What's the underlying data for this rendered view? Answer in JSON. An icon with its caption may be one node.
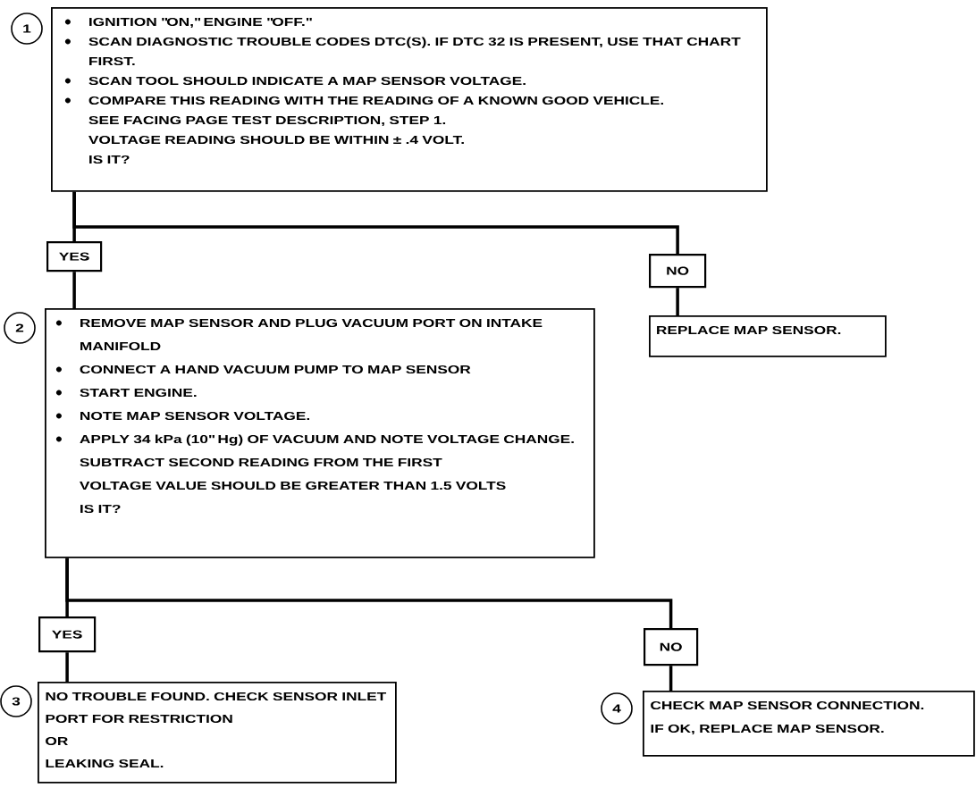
{
  "diagram": {
    "nodes": [
      {
        "text": [
          "IGNITION \"ON,\" ENGINE \"OFF.\"",
          "SCAN DIAGNOSTIC TROUBLE CODES DTC(S). IF DTC 32 IS PRESENT, USE THAT CHART FIRST.",
          "SCAN TOOL SHOULD INDICATE A MAP SENSOR VOLTAGE.",
          "COMPARE THIS READING WITH THE READING OF A KNOWN GOOD VEHICLE.",
          "SEE FACING PAGE TEST DESCRIPTION, STEP 1.",
          "VOLTAGE READING SHOULD BE WITHIN ± .4 VOLT.",
          "IS IT?"
        ],
        "beside": [
          "1"
        ]
      },
      {
        "text": [
          "YES"
        ]
      },
      {
        "text": [
          "NO"
        ]
      },
      {
        "text": [
          "REMOVE MAP SENSOR AND PLUG VACUUM PORT ON INTAKE MANIFOLD",
          "CONNECT A HAND VACUUM PUMP TO MAP SENSOR",
          "START ENGINE.",
          "NOTE MAP SENSOR VOLTAGE.",
          "APPLY 34 kPa (10\" Hg) OF VACUUM AND NOTE VOLTAGE CHANGE. SUBTRACT SECOND READING FROM THE FIRST",
          "VOLTAGE VALUE SHOULD BE GREATER THAN 1.5 VOLTS",
          "IS IT?"
        ],
        "beside": [
          "2"
        ]
      },
      {
        "text": [
          "REPLACE MAP SENSOR."
        ]
      },
      {
        "text": [
          "YES"
        ]
      },
      {
        "text": [
          "NO"
        ]
      },
      {
        "text": [
          "NO TROUBLE FOUND. CHECK SENSOR INLET PORT FOR RESTRICTION",
          "OR",
          "LEAKING SEAL."
        ],
        "beside": [
          "3"
        ]
      },
      {
        "text": [
          "CHECK MAP SENSOR CONNECTION.",
          "IF OK, REPLACE MAP SENSOR."
        ],
        "beside": [
          "4"
        ]
      }
    ],
    "edges": [
      {
        "from": 0,
        "to": 1,
        "arrow": "none"
      },
      {
        "from": 0,
        "to": 2,
        "arrow": "none"
      },
      {
        "from": 1,
        "to": 3,
        "arrow": "none"
      },
      {
        "from": 2,
        "to": 4,
        "arrow": "none"
      },
      {
        "from": 3,
        "to": 5,
        "arrow": "none"
      },
      {
        "from": 3,
        "to": 6,
        "arrow": "none"
      },
      {
        "from": 5,
        "to": 7,
        "arrow": "none"
      },
      {
        "from": 6,
        "to": 8,
        "arrow": "none"
      }
    ]
  }
}
